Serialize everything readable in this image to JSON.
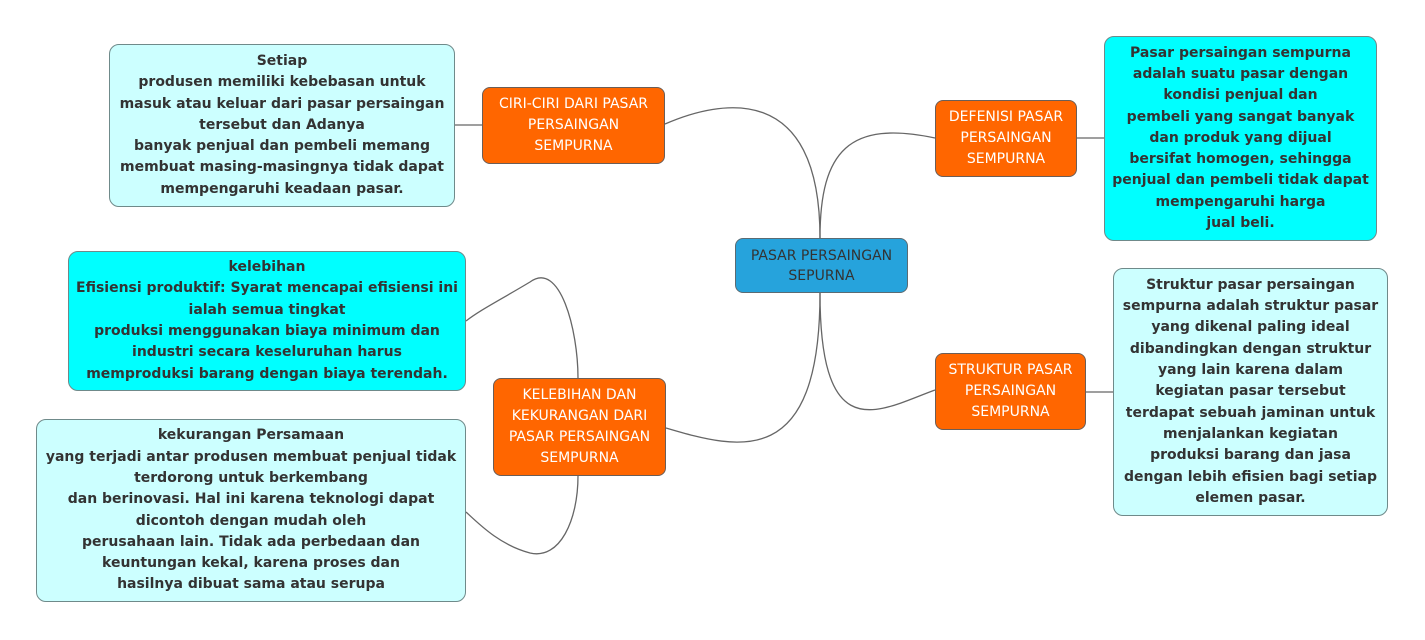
{
  "colors": {
    "center_fill": "#26a3dc",
    "topic_fill": "#ff6600",
    "detail_bright": "#00ffff",
    "detail_pale": "#ccffff",
    "link": "#666666"
  },
  "center": {
    "lines": [
      "PASAR PERSAINGAN",
      "SEPURNA"
    ]
  },
  "topics": {
    "ciri": {
      "lines": [
        "CIRI-CIRI DARI PASAR",
        "PERSAINGAN",
        "SEMPURNA"
      ]
    },
    "defenisi": {
      "lines": [
        "DEFENISI PASAR",
        "PERSAINGAN",
        "SEMPURNA"
      ]
    },
    "struktur": {
      "lines": [
        "STRUKTUR PASAR",
        "PERSAINGAN",
        "SEMPURNA"
      ]
    },
    "kelebihan": {
      "lines": [
        "KELEBIHAN DAN",
        "KEKURANGAN DARI",
        "PASAR PERSAINGAN",
        "SEMPURNA"
      ]
    }
  },
  "details": {
    "ciri": {
      "lines": [
        "Setiap",
        "produsen memiliki kebebasan untuk",
        "masuk atau keluar dari pasar persaingan",
        "tersebut dan Adanya",
        "banyak penjual dan pembeli memang",
        "membuat masing-masingnya tidak dapat",
        "mempengaruhi keadaan pasar."
      ]
    },
    "defenisi": {
      "lines": [
        "Pasar persaingan sempurna",
        "adalah suatu pasar dengan",
        "kondisi penjual dan",
        "pembeli yang sangat banyak",
        "dan produk yang dijual",
        "bersifat homogen, sehingga",
        "penjual dan pembeli tidak dapat",
        "mempengaruhi harga",
        "jual beli."
      ]
    },
    "struktur": {
      "lines": [
        "Struktur pasar persaingan",
        "sempurna adalah struktur pasar",
        "yang dikenal paling ideal",
        "dibandingkan dengan struktur",
        "yang lain karena dalam",
        "kegiatan pasar tersebut",
        "terdapat sebuah jaminan untuk",
        "menjalankan kegiatan",
        "produksi barang dan jasa",
        "dengan lebih efisien bagi setiap",
        "elemen pasar."
      ]
    },
    "kelebihan": {
      "lines": [
        "kelebihan",
        "Efisiensi produktif: Syarat mencapai efisiensi ini",
        "ialah semua tingkat",
        "produksi menggunakan biaya minimum dan",
        "industri secara keseluruhan harus",
        "memproduksi barang dengan biaya terendah."
      ]
    },
    "kekurangan": {
      "lines": [
        "kekurangan Persamaan",
        "yang terjadi antar produsen membuat penjual tidak",
        "terdorong untuk berkembang",
        "dan berinovasi. Hal ini karena teknologi dapat",
        "dicontoh dengan mudah oleh",
        "perusahaan lain. Tidak ada perbedaan dan",
        "keuntungan kekal, karena proses dan",
        "hasilnya dibuat sama atau serupa"
      ]
    }
  }
}
